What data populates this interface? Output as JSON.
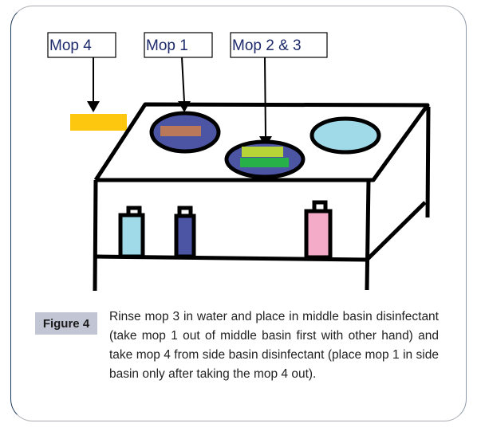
{
  "figure": {
    "labels": {
      "mop4": "Mop 4",
      "mop1": "Mop 1",
      "mop23": "Mop 2 & 3"
    },
    "colors": {
      "mop4": "#fec70f",
      "mop1": "#b9785a",
      "mop2": "#b6d438",
      "mop3": "#28b048",
      "basin_dark": "#4b55a3",
      "basin_light": "#a0d9e8",
      "bottle_light": "#a0d9e8",
      "bottle_dark": "#4b55a3",
      "bottle_pink": "#f4abc8"
    }
  },
  "caption": {
    "badge": "Figure 4",
    "text": "Rinse mop 3 in water and place in middle basin disinfectant (take mop 1 out of middle basin first with other hand) and take mop 4 from side basin disinfectant (place mop 1 in side basin only after taking the mop 4 out)."
  }
}
